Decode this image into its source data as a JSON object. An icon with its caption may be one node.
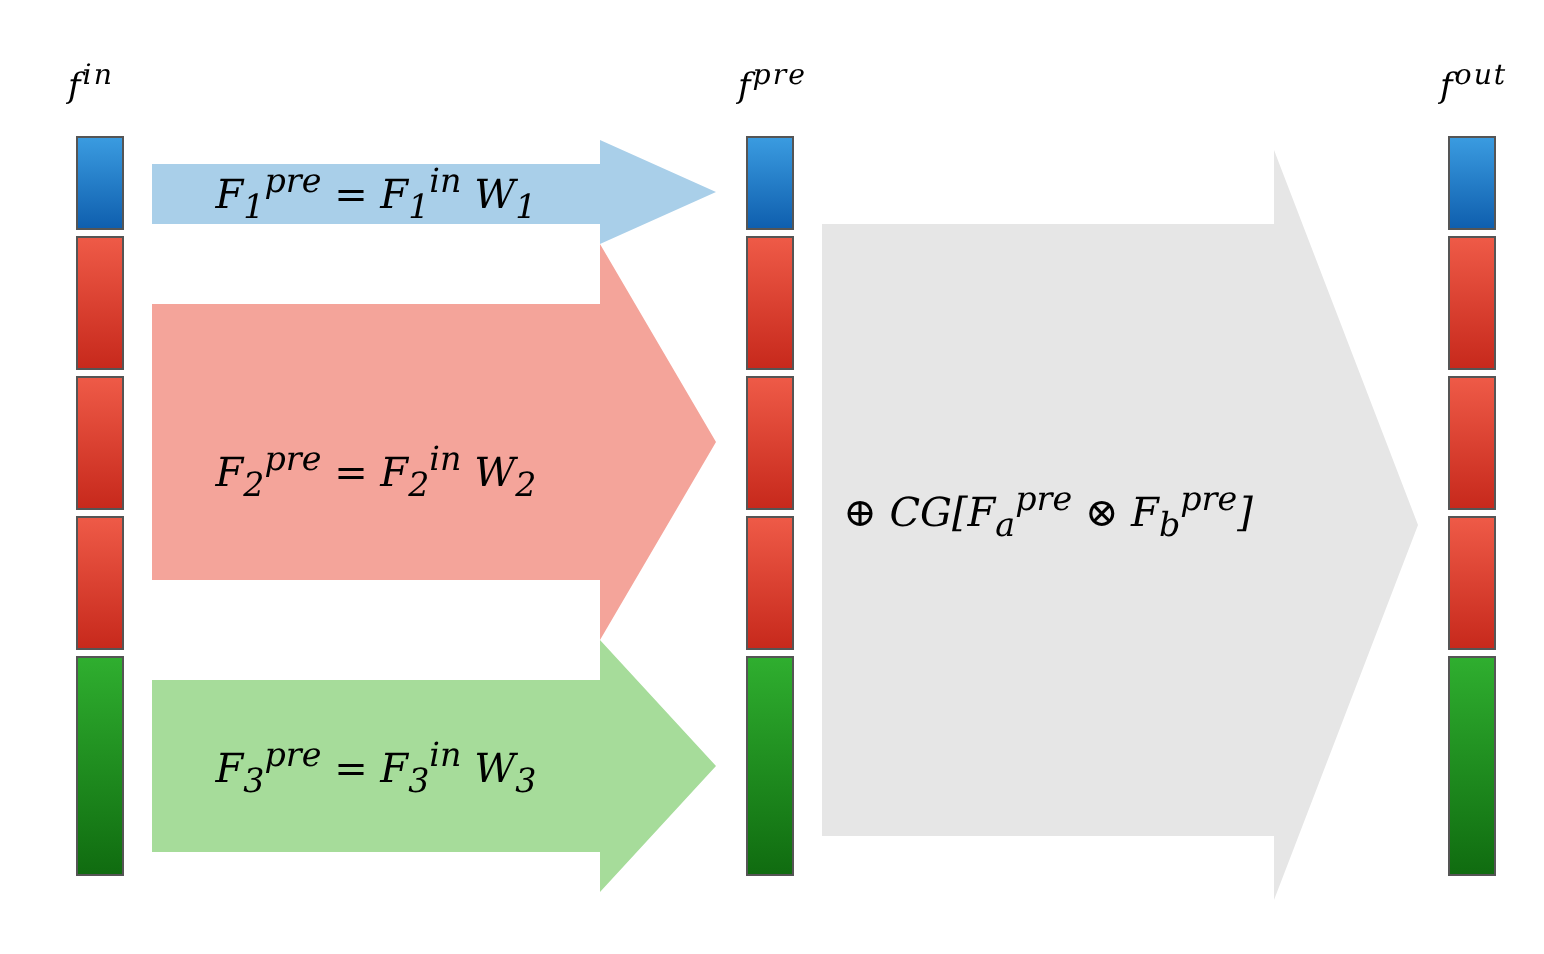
{
  "diagram": {
    "nodes": [
      {
        "text": [
          "f$^{in}$"
        ]
      },
      {
        "text": [],
        "shape": "bar",
        "in": 0
      },
      {
        "text": [],
        "shape": "bar",
        "in": 0
      },
      {
        "text": [],
        "shape": "bar",
        "in": 0
      },
      {
        "text": [],
        "shape": "bar",
        "in": 0
      },
      {
        "text": [],
        "shape": "bar",
        "in": 0
      },
      {
        "text": [
          "f$^{pre}$"
        ]
      },
      {
        "text": [],
        "shape": "bar",
        "in": 6
      },
      {
        "text": [],
        "shape": "bar",
        "in": 6
      },
      {
        "text": [],
        "shape": "bar",
        "in": 6
      },
      {
        "text": [],
        "shape": "bar",
        "in": 6
      },
      {
        "text": [],
        "shape": "bar",
        "in": 6
      },
      {
        "text": [
          "f$^{out}$"
        ]
      },
      {
        "text": [],
        "shape": "bar",
        "in": 12
      },
      {
        "text": [],
        "shape": "bar",
        "in": 12
      },
      {
        "text": [],
        "shape": "bar",
        "in": 12
      },
      {
        "text": [],
        "shape": "bar",
        "in": 12
      },
      {
        "text": [],
        "shape": "bar",
        "in": 12
      }
    ],
    "edges": [
      {
        "from": 0,
        "to": 6,
        "arrow": "to",
        "style": "thick",
        "color": "#a9cfe9",
        "label": "F$_{1}$$^{pre}$ = F$_{1}$$^{in}$ W$_{1}$"
      },
      {
        "from": 0,
        "to": 6,
        "arrow": "to",
        "style": "thick",
        "color": "#f4a49a",
        "label": "F$_{2}$$^{pre}$ = F$_{2}$$^{in}$ W$_{2}$"
      },
      {
        "from": 0,
        "to": 6,
        "arrow": "to",
        "style": "thick",
        "color": "#a6dc9a",
        "label": "F$_{3}$$^{pre}$ = F$_{3}$$^{in}$ W$_{3}$"
      },
      {
        "from": 6,
        "to": 12,
        "arrow": "to",
        "style": "thick",
        "color": "#e6e6e6",
        "label": "⊕ CG[F$_{a}$$^{pre}$ ⊗ F$_{b}$$^{pre}$]"
      }
    ]
  }
}
